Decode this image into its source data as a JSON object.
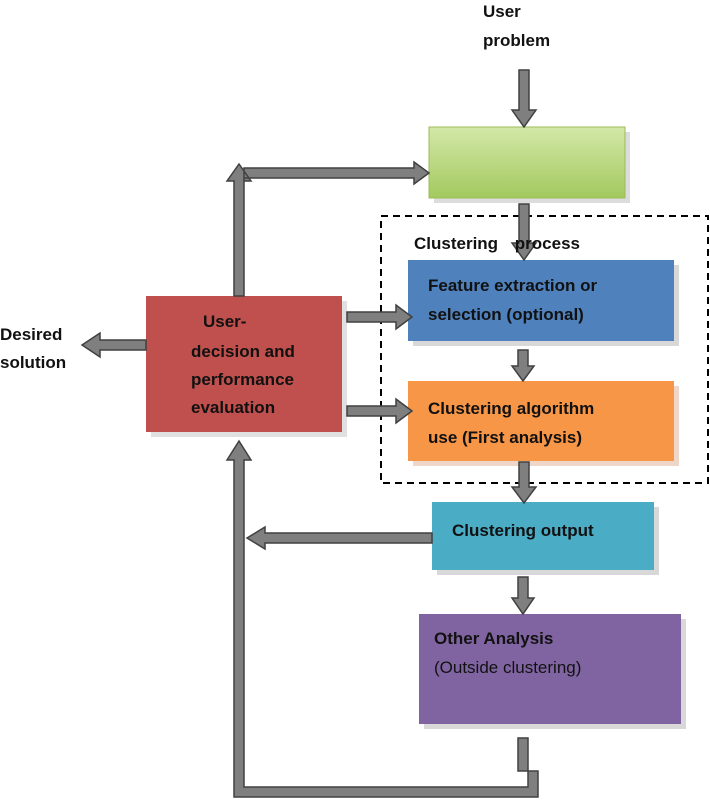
{
  "input": {
    "line1": "User",
    "line2": "problem"
  },
  "cluster_group": {
    "label": "Clustering process"
  },
  "boxes": {
    "start": {
      "label": ""
    },
    "feature": {
      "line1": "Feature extraction or",
      "line2": "selection (optional)"
    },
    "algorithm": {
      "line1": "Clustering algorithm",
      "line2": "use (First analysis)"
    },
    "output": {
      "label": "Clustering output"
    },
    "other": {
      "line1": "Other Analysis",
      "line2": "(Outside clustering)"
    },
    "decision": {
      "line1": "User-",
      "line2": "decision and",
      "line3": "performance",
      "line4": "evaluation"
    }
  },
  "result": {
    "line1": "Desired",
    "line2": "solution"
  },
  "colors": {
    "green_top": "#d3e8a8",
    "green_bottom": "#a3c95e",
    "blue": "#4f81bd",
    "orange": "#f79646",
    "teal": "#4bacc6",
    "purple": "#8064a2",
    "red": "#c0504d",
    "arrow_fill": "#7f7f7f",
    "arrow_stroke": "#404040"
  }
}
